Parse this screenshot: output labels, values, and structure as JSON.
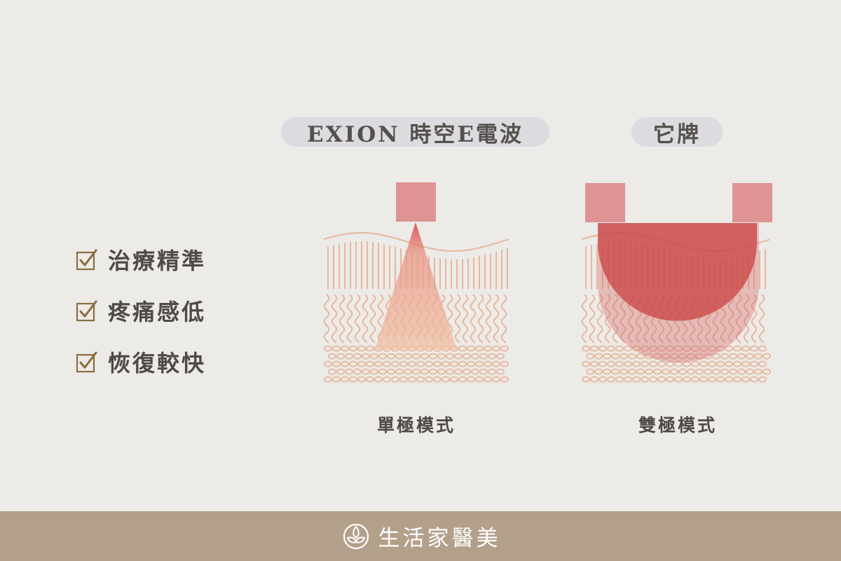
{
  "headers": {
    "left_title": "EXION 時空E電波",
    "right_title": "它牌"
  },
  "benefits": [
    "治療精準",
    "疼痛感低",
    "恢復較快"
  ],
  "captions": {
    "left": "單極模式",
    "right": "雙極模式"
  },
  "footer": {
    "brand": "生活家醫美",
    "logo_icon": "flower-logo-icon"
  },
  "colors": {
    "background": "#ecebe8",
    "pill": "#dcdbdf",
    "electrode": "#df9494",
    "tissue_lines": "#eab69c",
    "energy_red": "#d65a5a",
    "checkbox_gold": "#8b6d3e",
    "footer": "#b3a08a"
  }
}
